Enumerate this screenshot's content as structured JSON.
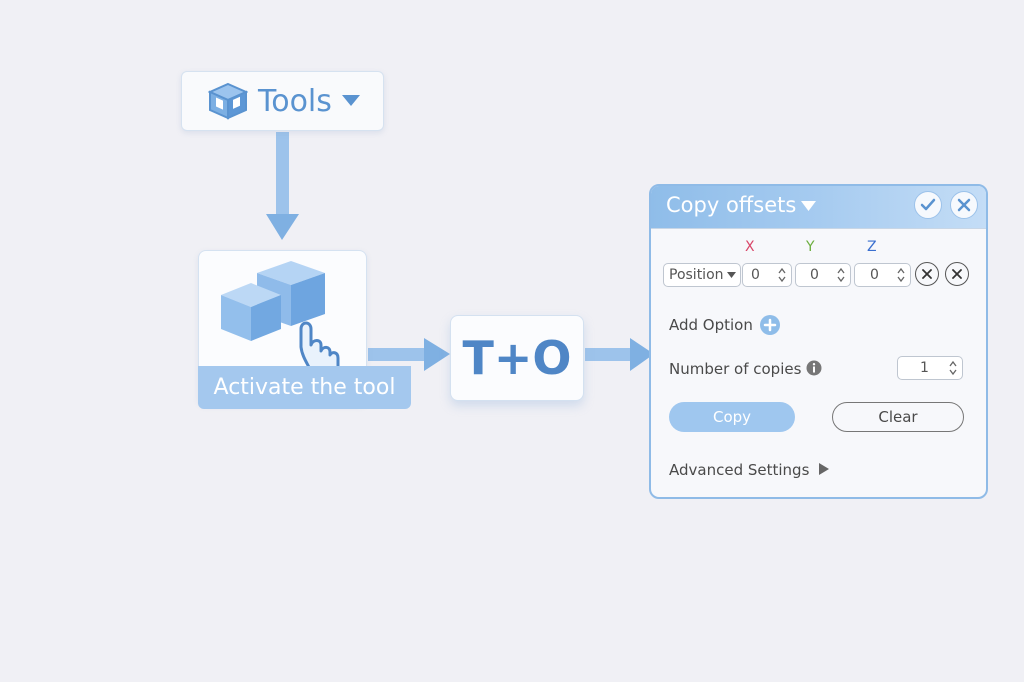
{
  "tools_menu": {
    "label": "Tools"
  },
  "activate_step": {
    "caption": "Activate the tool"
  },
  "shortcut": {
    "keys": "T+O"
  },
  "panel": {
    "title": "Copy offsets",
    "axes": {
      "x": "X",
      "y": "Y",
      "z": "Z"
    },
    "offset_row": {
      "mode_select": "Position",
      "x_value": "0",
      "y_value": "0",
      "z_value": "0"
    },
    "add_option_label": "Add Option",
    "copies_label": "Number of copies",
    "copies_value": "1",
    "copy_label": "Copy",
    "clear_label": "Clear",
    "advanced_label": "Advanced Settings"
  },
  "colors": {
    "accent": "#5a93d0",
    "axis_x": "#d9486a",
    "axis_y": "#6cae3e",
    "axis_z": "#3a6fcf",
    "panel_header": "#8fbde9"
  },
  "icons": {
    "tools": "cube-outline-icon",
    "activate": "cubes-hand-icon",
    "confirm": "check-icon",
    "close": "close-icon",
    "add": "plus-icon",
    "info": "info-icon",
    "expand": "triangle-right-icon"
  }
}
